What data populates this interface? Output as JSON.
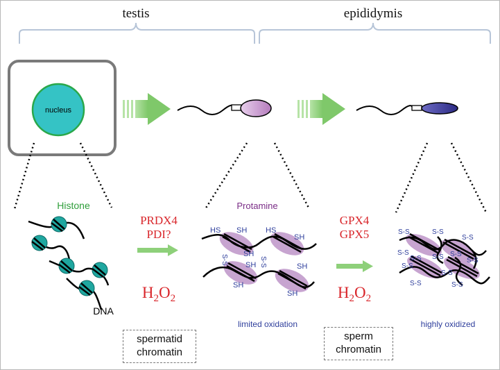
{
  "stages": {
    "testis": "testis",
    "epididymis": "epididymis"
  },
  "nucleus_label": "nucleus",
  "histone_panel": {
    "title": "Histone",
    "dna_label": "DNA"
  },
  "protamine_panel": {
    "title": "Protamine",
    "status": "limited oxidation",
    "labels": [
      "HS",
      "SH",
      "HS",
      "SH",
      "SH",
      "SH",
      "SH",
      "SH",
      "SH",
      "S-S",
      "S-S"
    ]
  },
  "oxidized_panel": {
    "status": "highly oxidized",
    "labels": [
      "S-S",
      "S-S",
      "S-S",
      "S-S",
      "S-S",
      "S-S",
      "S-S",
      "S-S",
      "S-S",
      "S-S",
      "S-S",
      "S-S"
    ]
  },
  "step1": {
    "enzymes": [
      "PRDX4",
      "PDI?"
    ],
    "oxidant_main": "H",
    "oxidant_sub1": "2",
    "oxidant_mid": "O",
    "oxidant_sub2": "2"
  },
  "step2": {
    "enzymes": [
      "GPX4",
      "GPX5"
    ],
    "oxidant_main": "H",
    "oxidant_sub1": "2",
    "oxidant_mid": "O",
    "oxidant_sub2": "2"
  },
  "boxes": {
    "spermatid": [
      "spermatid",
      "chromatin"
    ],
    "sperm": [
      "sperm",
      "chromatin"
    ]
  },
  "colors": {
    "bracket": "#b7c5d8",
    "nucleus_fill": "#35c3c5",
    "nucleus_stroke": "#2aa84a",
    "histone_title": "#2e9e3a",
    "protamine_title": "#7a2c86",
    "protamine_fill": "#c7a4d0",
    "oxidized_head": "#3b3b99",
    "enzyme_red": "#d9262b",
    "arrow_green": "#8ed07a",
    "thiol_blue": "#2f3f9c"
  }
}
